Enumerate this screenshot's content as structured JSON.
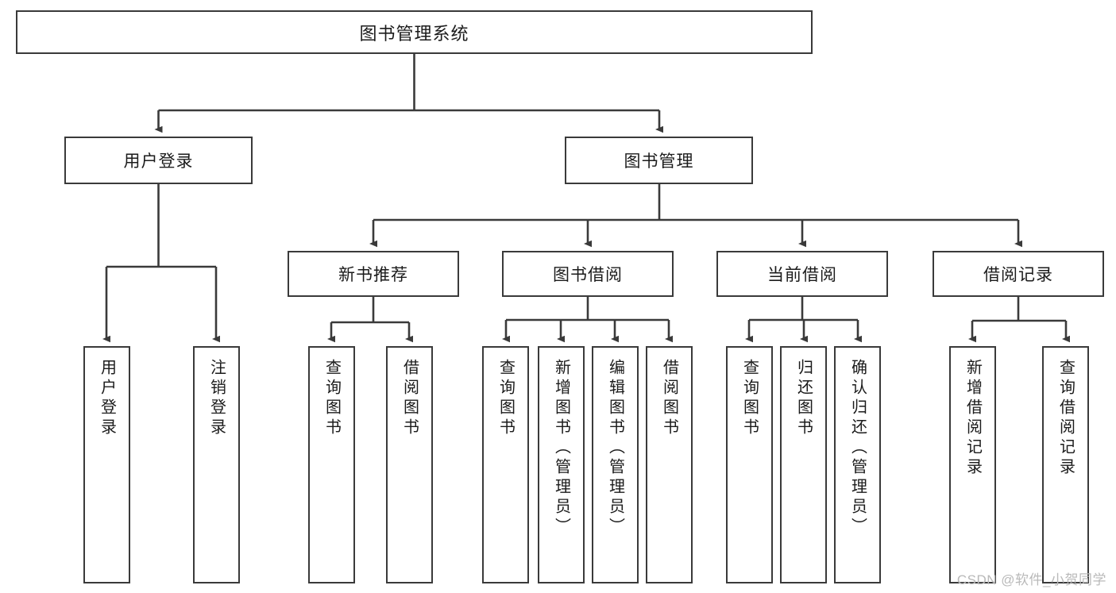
{
  "diagram": {
    "title": "图书管理系统",
    "watermark": "CSDN @软件_小贺同学",
    "line_color": "#3a3a3a",
    "box_border_color": "#3a3a3a",
    "text_color": "#1b1b1b",
    "background": "#ffffff",
    "root": {
      "label": "图书管理系统"
    },
    "level2": [
      {
        "label": "用户登录"
      },
      {
        "label": "图书管理"
      }
    ],
    "level3": [
      {
        "label": "新书推荐"
      },
      {
        "label": "图书借阅"
      },
      {
        "label": "当前借阅"
      },
      {
        "label": "借阅记录"
      }
    ],
    "leaves": {
      "user_login": [
        {
          "label": "用户登录"
        },
        {
          "label": "注销登录"
        }
      ],
      "new_book_recommend": [
        {
          "label": "查询图书"
        },
        {
          "label": "借阅图书"
        }
      ],
      "book_borrow": [
        {
          "label": "查询图书"
        },
        {
          "label": "新增图书（管理员）"
        },
        {
          "label": "编辑图书（管理员）"
        },
        {
          "label": "借阅图书"
        }
      ],
      "current_borrow": [
        {
          "label": "查询图书"
        },
        {
          "label": "归还图书"
        },
        {
          "label": "确认归还（管理员）"
        }
      ],
      "borrow_record": [
        {
          "label": "新增借阅记录"
        },
        {
          "label": "查询借阅记录"
        }
      ]
    }
  }
}
